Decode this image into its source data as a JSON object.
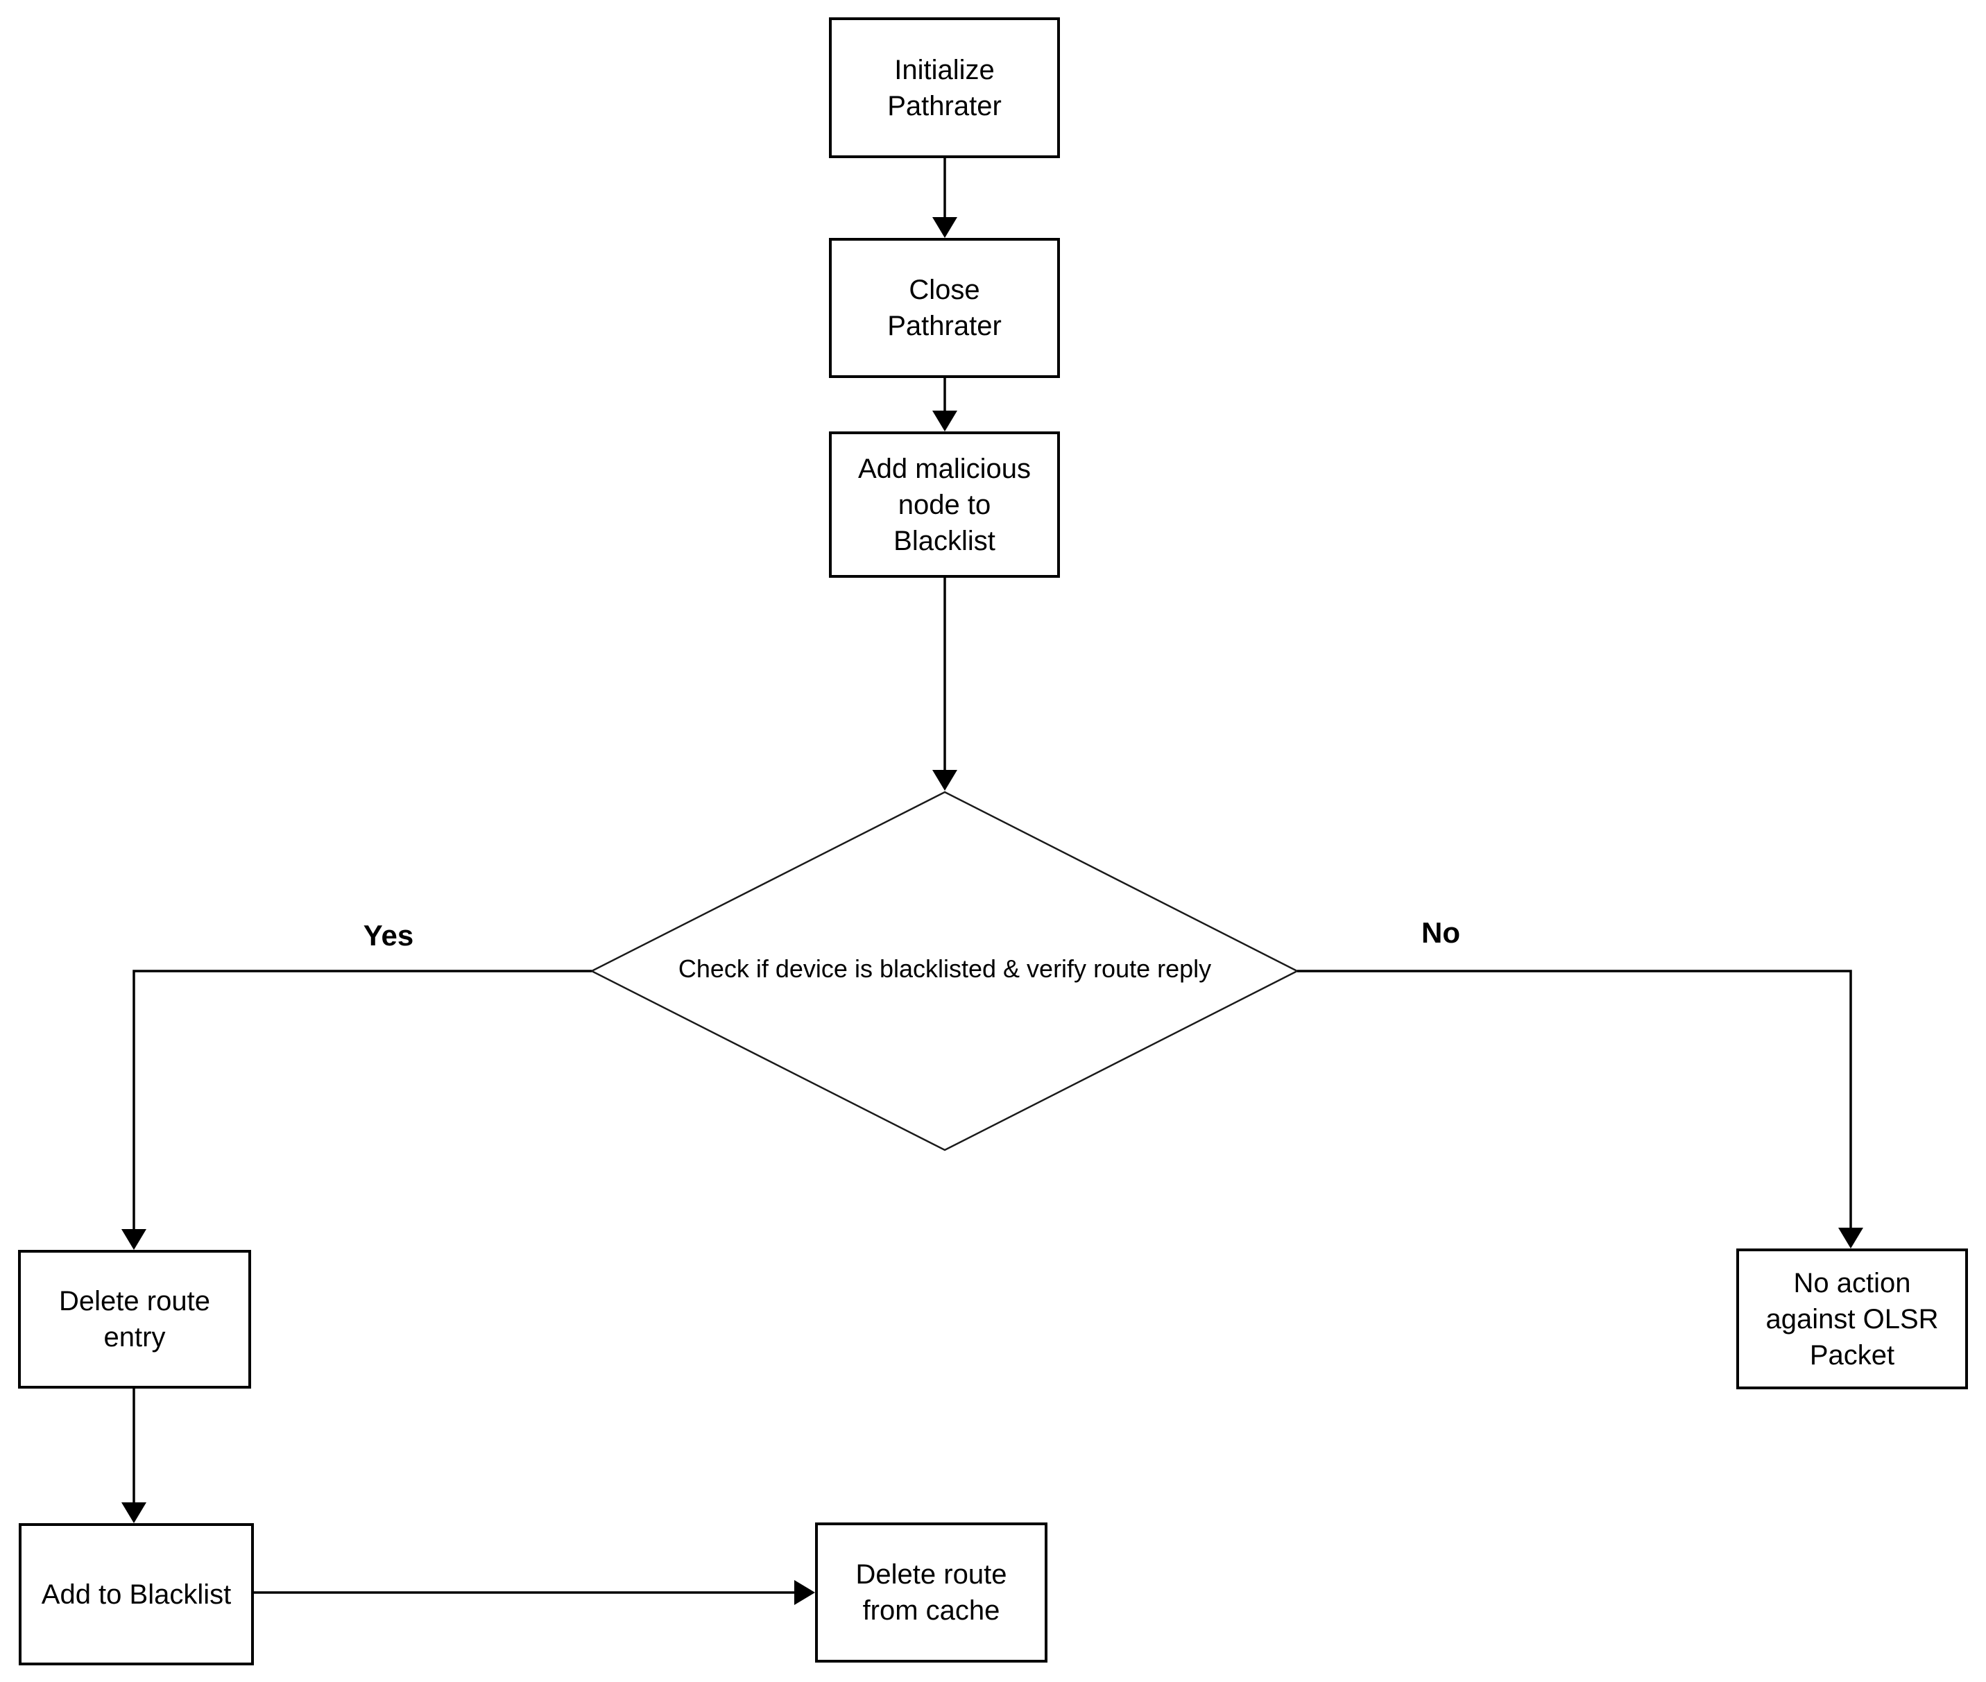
{
  "diagram": {
    "type": "flowchart",
    "nodes": {
      "initialize": {
        "label": "Initialize\nPathrater",
        "shape": "rect"
      },
      "close": {
        "label": "Close\nPathrater",
        "shape": "rect"
      },
      "add_malicious": {
        "label": "Add malicious\nnode to\nBlacklist",
        "shape": "rect"
      },
      "decision": {
        "label": "Check if device is blacklisted & verify route reply",
        "shape": "diamond"
      },
      "delete_route_entry": {
        "label": "Delete route\nentry",
        "shape": "rect"
      },
      "add_to_blacklist": {
        "label": "Add to Blacklist",
        "shape": "rect"
      },
      "delete_route_cache": {
        "label": "Delete route\nfrom cache",
        "shape": "rect"
      },
      "no_action": {
        "label": "No action\nagainst OLSR\nPacket",
        "shape": "rect"
      }
    },
    "edge_labels": {
      "yes": "Yes",
      "no": "No"
    },
    "colors": {
      "background": "#ffffff",
      "stroke": "#000000",
      "diamond_stroke": "#1a1a1a",
      "text": "#000000"
    }
  }
}
